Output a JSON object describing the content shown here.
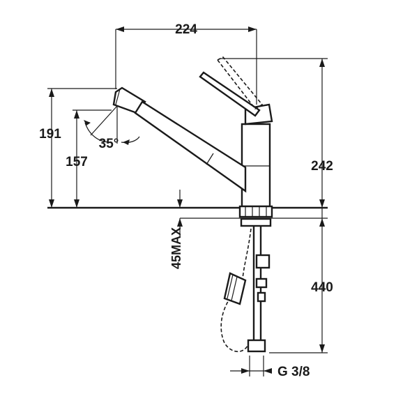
{
  "dimensions": {
    "spout_reach": "224",
    "spout_height": "191",
    "outlet_height": "157",
    "spout_angle": "35°",
    "total_height": "242",
    "max_countertop": "45MAX",
    "hose_length": "440",
    "connection_thread": "G 3/8"
  }
}
